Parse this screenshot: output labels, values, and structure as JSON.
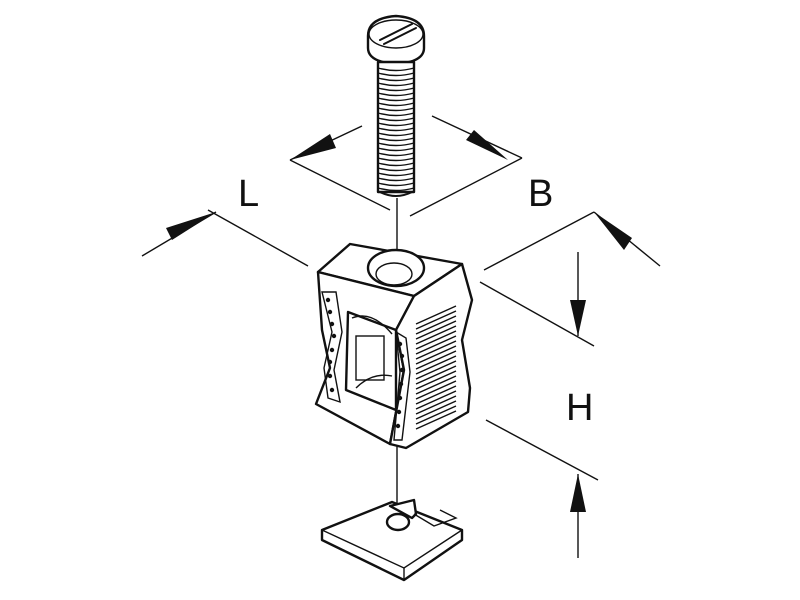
{
  "labels": {
    "length": "L",
    "width": "B",
    "height": "H"
  },
  "colors": {
    "line": "#111111",
    "background": "#ffffff"
  }
}
